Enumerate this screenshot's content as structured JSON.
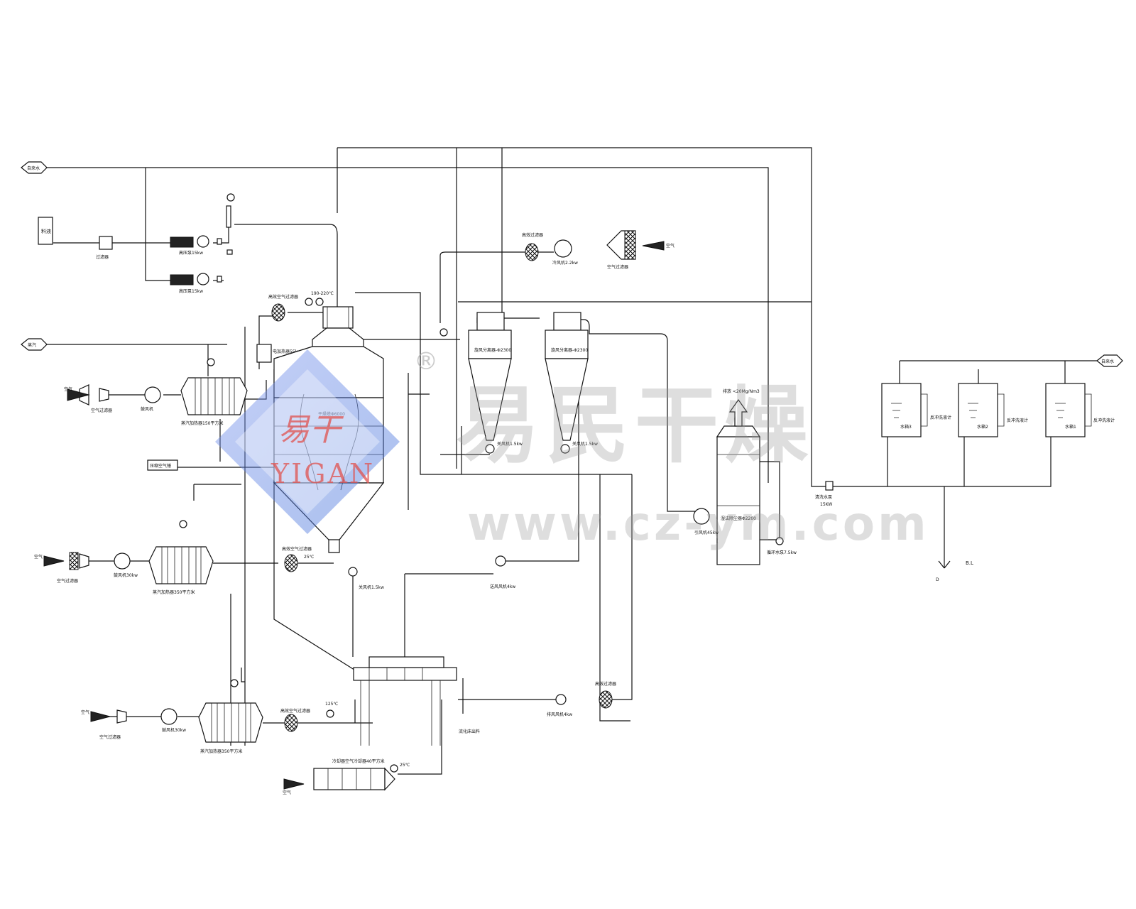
{
  "diagram": {
    "labels": {
      "feed_tank": "料液",
      "filter": "过滤器",
      "pump_top": "高压泵15kw",
      "pump_bottom": "高压泵15kw",
      "water_left": "自来水",
      "steam_left": "蒸汽",
      "water_right": "自来水",
      "spray_temp": "190-220℃",
      "hepa_top": "高效空气过滤器",
      "elec_heater": "电加热器55kw",
      "air1": "空气",
      "air_filter1": "空气过滤器",
      "fan1": "鼓风机",
      "steam_heater1": "蒸汽加热器150平方米",
      "dryer_body": "干燥塔Φ6000",
      "air_hammer": "压缩空气锤",
      "cyclone1": "旋风分离器-Φ2300",
      "cyclone2": "旋风分离器-Φ2300",
      "star_valve1": "关风机1.5kw",
      "star_valve2": "关风机1.5kw",
      "blower_top": "冷风机2.2kw",
      "blower_filter": "高效过滤器",
      "air_filter_top": "空气过滤器",
      "air_top": "空气",
      "exhaust": "排放 <20Mg/Nm3",
      "scrubber": "湿法除尘器Φ2200",
      "induced_fan": "引风机45kw",
      "circ_pump": "循环水泵7.5kw",
      "tank3": "水箱3",
      "tank2": "水箱2",
      "tank1": "水箱1",
      "level1": "反冲洗液计",
      "level2": "反冲洗液计",
      "level3": "反冲洗液计",
      "clean_pump": "清洗水泵",
      "clean_pump_kw": "15KW",
      "drain": "D",
      "bl": "B.L",
      "air2": "空气",
      "air_filter2": "空气过滤器",
      "fan2": "鼓风机30kw",
      "steam_heater2": "蒸汽加热器350平方米",
      "hepa_mid": "高效空气过滤器",
      "temp_mid": "25℃",
      "star_valve3": "关风机1.5kw",
      "fluid_fan": "送风风机4kw",
      "air3": "空气",
      "air_filter3": "空气过滤器",
      "fan3": "鼓风机30kw",
      "steam_heater3": "蒸汽加热器350平方米",
      "hepa_bottom": "高效空气过滤器",
      "temp_bottom": "125℃",
      "fluid_bed_out": "流化床出料",
      "exhaust_fan_bottom": "排风风机4kw",
      "filter_bottom": "高效过滤器",
      "cooler": "冷却器空气冷却器40平方米",
      "temp_cooler": "25℃",
      "air_cooler": "空气"
    }
  },
  "watermark": {
    "company": "易民干燥",
    "url": "www.cz-ym.com",
    "logo_cn": "易干",
    "logo_en": "YIGAN",
    "reg": "®"
  },
  "colors": {
    "line": "#111111",
    "watermark_gray": "#9a9a9a",
    "logo_red": "#e0524f",
    "logo_blue": "#3f6fd8"
  }
}
